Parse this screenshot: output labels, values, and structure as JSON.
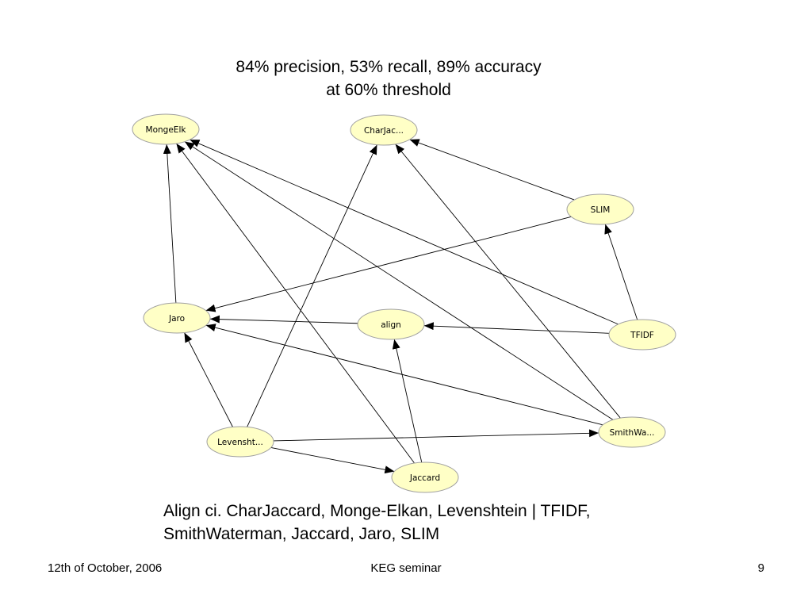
{
  "slide": {
    "heading_line1": "84% precision, 53% recall, 89% accuracy",
    "heading_line2": "at 60% threshold",
    "caption_line1": "Align ci. CharJaccard, Monge-Elkan, Levenshtein | TFIDF,",
    "caption_line2": "SmithWaterman, Jaccard, Jaro, SLIM",
    "footer": {
      "date": "12th of October, 2006",
      "event": "KEG seminar",
      "page": "9"
    }
  },
  "colors": {
    "node_fill": "#ffffc6",
    "node_stroke": "#a0a0a0",
    "edge": "#000000"
  },
  "graph": {
    "nodes": [
      {
        "id": "mongeelk",
        "label": "MongeElk"
      },
      {
        "id": "charjac",
        "label": "CharJac..."
      },
      {
        "id": "slim",
        "label": "SLIM"
      },
      {
        "id": "jaro",
        "label": "Jaro"
      },
      {
        "id": "align",
        "label": "align"
      },
      {
        "id": "tfidf",
        "label": "TFIDF"
      },
      {
        "id": "smithwa",
        "label": "SmithWa..."
      },
      {
        "id": "levensht",
        "label": "Levensht..."
      },
      {
        "id": "jaccard",
        "label": "Jaccard"
      }
    ],
    "edges": [
      {
        "from": "jaro",
        "to": "mongeelk"
      },
      {
        "from": "levensht",
        "to": "charjac"
      },
      {
        "from": "jaccard",
        "to": "mongeelk"
      },
      {
        "from": "tfidf",
        "to": "mongeelk"
      },
      {
        "from": "smithwa",
        "to": "mongeelk"
      },
      {
        "from": "slim",
        "to": "charjac"
      },
      {
        "from": "smithwa",
        "to": "charjac"
      },
      {
        "from": "slim",
        "to": "jaro"
      },
      {
        "from": "tfidf",
        "to": "slim"
      },
      {
        "from": "align",
        "to": "jaro"
      },
      {
        "from": "tfidf",
        "to": "align"
      },
      {
        "from": "smithwa",
        "to": "jaro"
      },
      {
        "from": "levensht",
        "to": "jaro"
      },
      {
        "from": "jaccard",
        "to": "align"
      },
      {
        "from": "levensht",
        "to": "smithwa"
      },
      {
        "from": "levensht",
        "to": "jaccard"
      }
    ]
  }
}
